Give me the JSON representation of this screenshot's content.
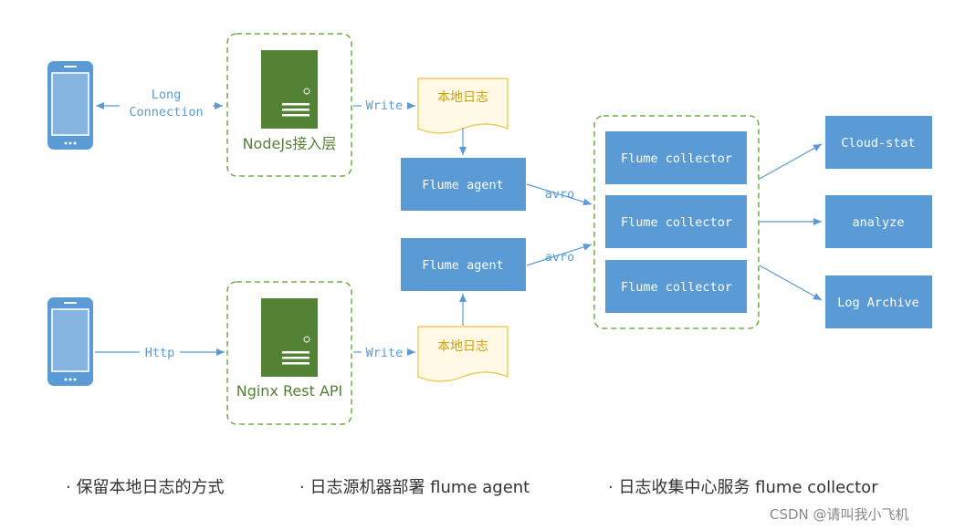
{
  "nodes": {
    "gateway_top": "NodeJs接入层",
    "gateway_bottom": "Nginx Rest API",
    "log_top": "本地日志",
    "log_bottom": "本地日志",
    "agent_top": "Flume agent",
    "agent_bottom": "Flume agent",
    "collector_1": "Flume collector",
    "collector_2": "Flume collector",
    "collector_3": "Flume collector",
    "sink_1": "Cloud-stat",
    "sink_2": "analyze",
    "sink_3": "Log Archive"
  },
  "edges": {
    "long_connection_line1": "Long",
    "long_connection_line2": "Connection",
    "http": "Http",
    "write_top": "Write",
    "write_bottom": "Write",
    "avro_top": "avro",
    "avro_bottom": "avro"
  },
  "legend": {
    "item1": "· 保留本地日志的方式",
    "item2": "· 日志源机器部署 flume agent",
    "item3": "· 日志收集中心服务 flume collector"
  },
  "watermark": "CSDN @请叫我小飞机",
  "colors": {
    "blue": "#5b9bd5",
    "green": "#548235",
    "doc_border": "#f0c040",
    "doc_text": "#d4a000"
  }
}
